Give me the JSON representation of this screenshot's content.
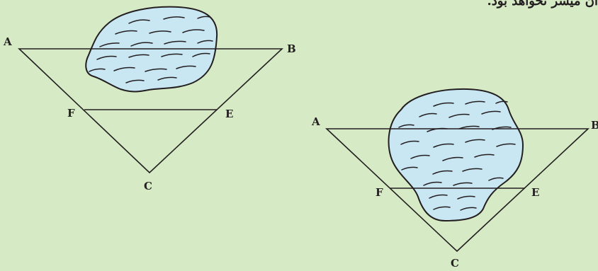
{
  "caption": "آن میسر نخواهد بود.",
  "figure_left": {
    "labels": {
      "a": "A",
      "b": "B",
      "c": "C",
      "e": "E",
      "f": "F"
    }
  },
  "figure_right": {
    "labels": {
      "a": "A",
      "b": "B",
      "c": "C",
      "e": "E",
      "f": "F"
    }
  },
  "colors": {
    "background": "#d6eac5",
    "water": "#c9e6f3",
    "line": "#231f20"
  }
}
